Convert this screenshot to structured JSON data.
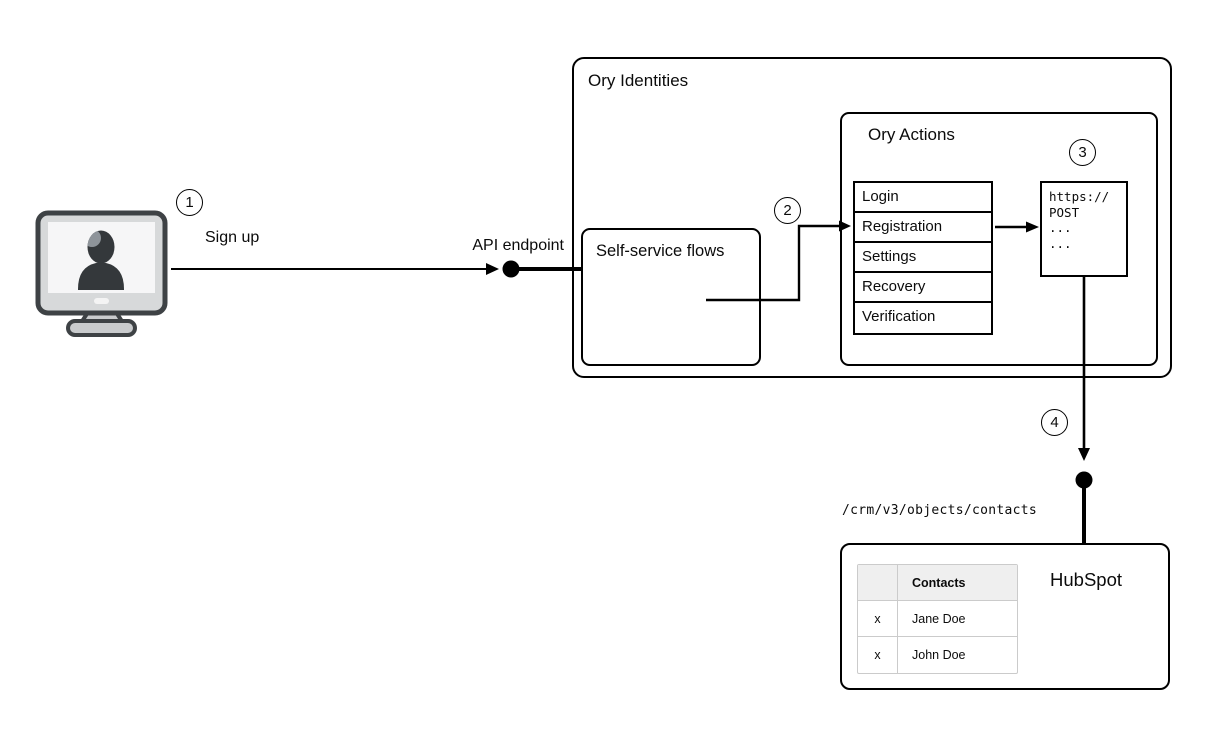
{
  "diagram": {
    "steps": {
      "s1": "1",
      "s2": "2",
      "s3": "3",
      "s4": "4"
    },
    "sign_up_label": "Sign up",
    "api_endpoint_label": "API endpoint",
    "crm_endpoint_path": "/crm/v3/objects/contacts"
  },
  "ory_identities": {
    "title": "Ory Identities",
    "self_service_flows": {
      "title": "Self-service flows"
    },
    "ory_actions": {
      "title": "Ory Actions",
      "flows": [
        "Login",
        "Registration",
        "Settings",
        "Recovery",
        "Verification"
      ],
      "webhook": {
        "lines": [
          "https://",
          "POST",
          "...",
          "..."
        ]
      }
    }
  },
  "hubspot": {
    "title": "HubSpot",
    "contacts_table": {
      "header": "Contacts",
      "rows": [
        {
          "check": "x",
          "name": "Jane Doe"
        },
        {
          "check": "x",
          "name": "John Doe"
        }
      ]
    }
  },
  "colors": {
    "line": "#000000",
    "monitor_frame": "#d7d9da",
    "monitor_outline": "#3e4245",
    "silhouette": "#34383b",
    "table_header_bg": "#efefef",
    "table_border": "#cbcbcb"
  }
}
